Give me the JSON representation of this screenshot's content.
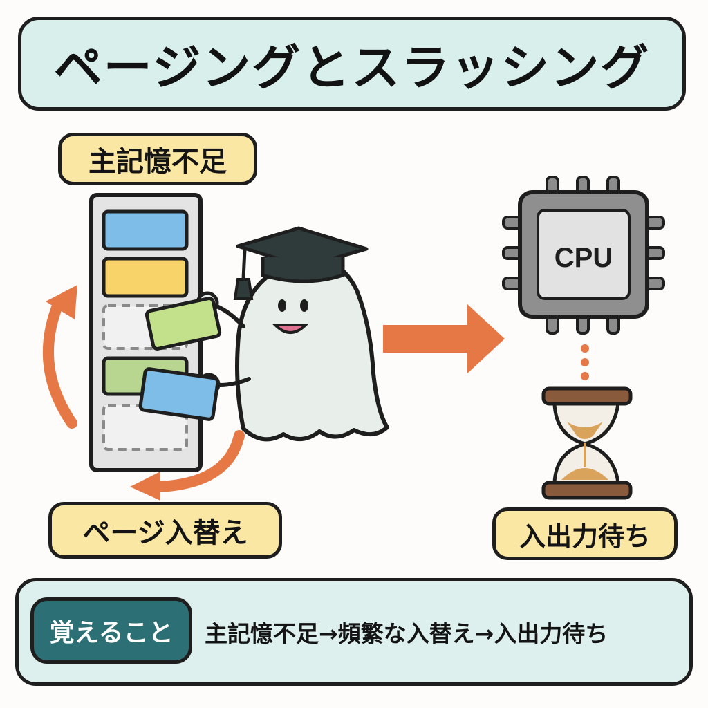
{
  "title": "ページングとスラッシング",
  "labels": {
    "memory_shortage": "主記憶不足",
    "page_swap": "ページ入替え",
    "io_wait": "入出力待ち"
  },
  "cpu": {
    "label": "CPU"
  },
  "summary": {
    "tag": "覚えること",
    "text": "主記憶不足→頻繁な入替え→入出力待ち"
  },
  "colors": {
    "title_bg": "#d9efec",
    "label_bg": "#fbe7a4",
    "summary_bg": "#ddf0ee",
    "tag_bg": "#2c6f74",
    "arrow": "#e57845",
    "page_blue": "#7dbde8",
    "page_yellow": "#f7d36a",
    "page_green": "#b8d68f",
    "card_green": "#c3e08a",
    "hourglass_sand": "#d9a35b"
  },
  "icons": [
    "memory-stack-icon",
    "ghost-student-icon",
    "graduation-cap-icon",
    "cpu-chip-icon",
    "hourglass-icon",
    "cycle-arrow-icon",
    "right-arrow-icon"
  ]
}
